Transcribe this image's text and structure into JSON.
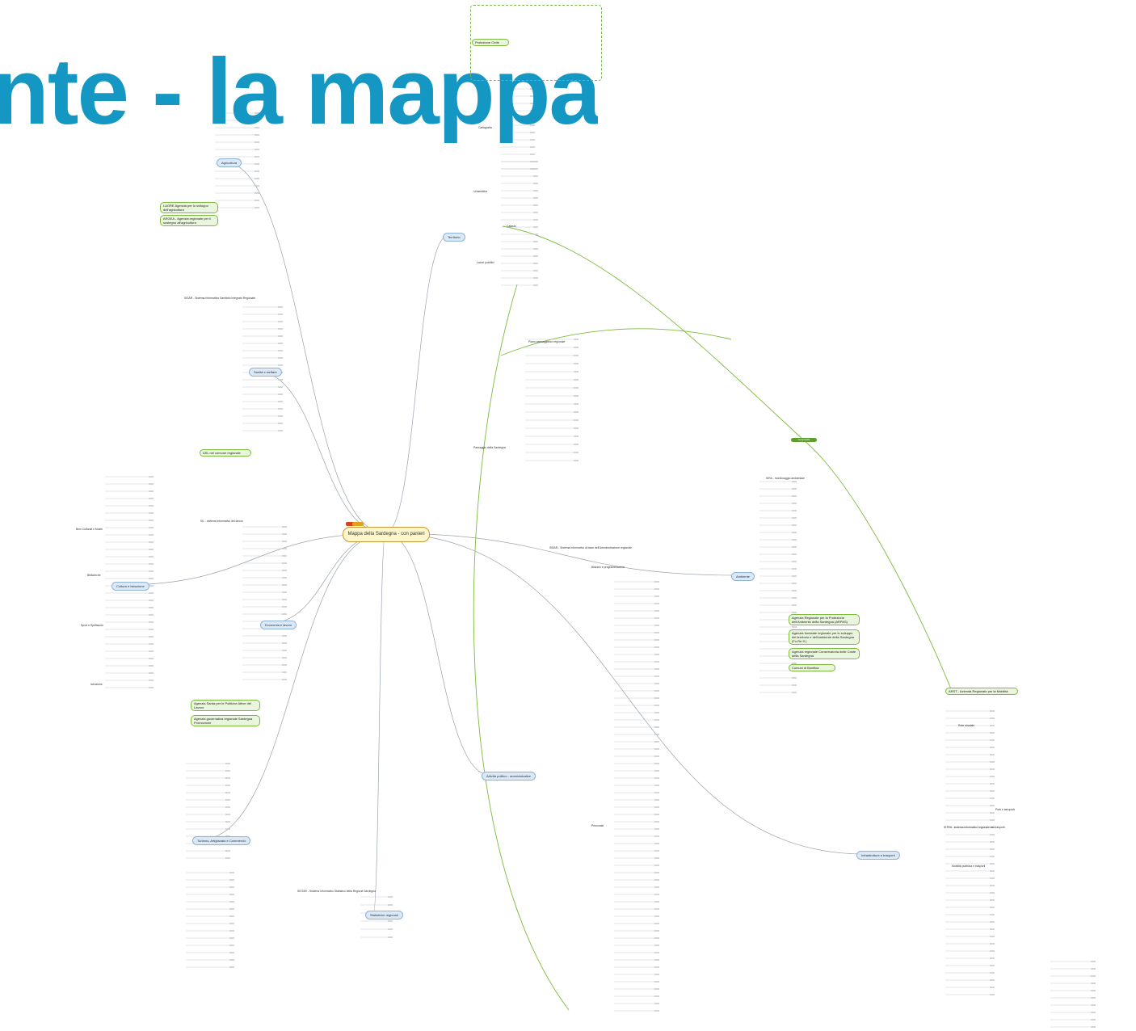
{
  "heading": "nte - la mappa",
  "center": "Mappa della Sardegna - con panieri",
  "branches": {
    "territorio": "Territorio",
    "agricoltura": "Agricoltura",
    "sanita": "Sanità e welfare",
    "cultura": "Cultura e Istruzione",
    "economia": "Economia e lavoro",
    "turismo": "Turismo, Artigianato e Commercio",
    "statistiche": "Statistiche regionali",
    "attivita": "Attività politico - amministrative",
    "ambiente": "Ambiente",
    "infrastrutture": "Infrastrutture e trasporti"
  },
  "green_notes": {
    "agri_1": "LAORE Agenzia per lo sviluppo dell'agricoltura",
    "agri_2": "ARGEA - Agenzia regionale per il sostegno all'agricoltura",
    "sanita_1": "ASL nel comune regionale",
    "eco_1": "Agenzia Sarda per le Politiche Attive del Lavoro",
    "eco_2": "Agenzia governativa regionale Sardegna Promozione",
    "amb_1": "Agenzia Regionale per la Protezione dell'Ambiente della Sardegna (ARPAS)",
    "amb_2": "Agenzia forestale regionale per lo sviluppo del territorio e dell'ambiente della Sardegna (Fo.Re.S.)",
    "amb_3": "Agenzia regionale Conservatoria delle Coste della Sardegna",
    "amb_4": "Comuni di Bonifica",
    "terr_1": "Protezione Civile",
    "infra_1": "ARST - Azienda Regionale per la Mobilità"
  },
  "badge": "Geoportale",
  "leaves": {
    "sisar": "SISAR - Sistema Informativo Sanitario Integrato Regionale",
    "sil": "SIL - sistema informativo del lavoro",
    "sibar": "SIBAR - Sistema Informativo di base dell'Amministrazione regionale",
    "sira": "SIRA - monitoraggio ambientale",
    "sistar": "SISTAR - Sistema Informativo Statistico della Regione Sardegna",
    "sitra": "SITRA - sistema informativo regionale dei trasporti",
    "cartografia": "Cartografia",
    "urbanistica": "Urbanistica",
    "lavori_pubblici": "Lavori pubblici",
    "paesaggio": "Paesaggio della Sardegna",
    "beni_culturali": "Beni Culturali e Musei",
    "biblioteche": "Biblioteche",
    "sport": "Sport e Spettacolo",
    "istruzione": "Istruzione",
    "catasto": "Catasto",
    "ptr": "Piano paesaggistico regionale",
    "bilancio": "Bilancio e programmazione",
    "personale": "Personale",
    "pubblica": "Mobilità pubblica e trasporti",
    "strade": "Rete stradale",
    "porti": "Porti e aeroporti"
  },
  "colors": {
    "title": "#1497c2",
    "branch_fill": "#dbe8f5",
    "green": "#7dbb3c",
    "center_fill": "#fff6cc"
  }
}
